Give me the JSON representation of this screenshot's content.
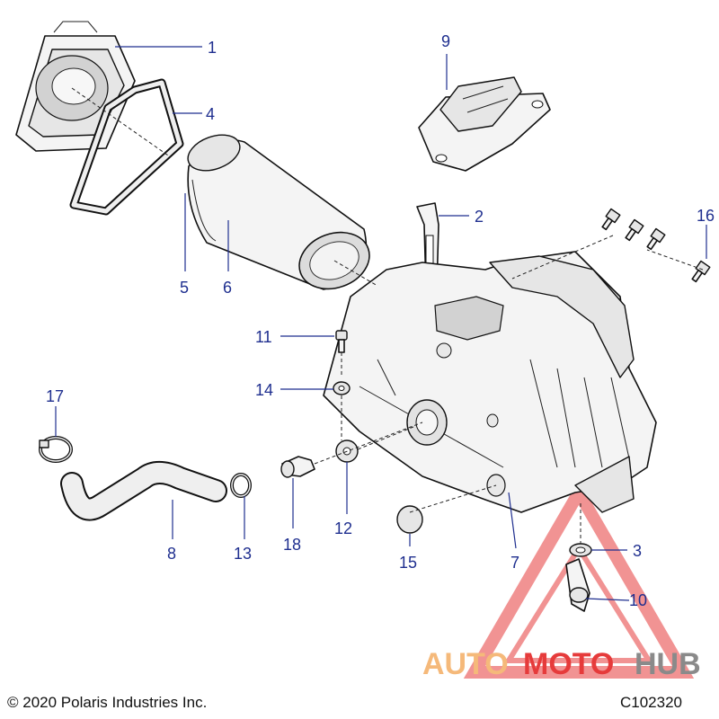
{
  "callouts": [
    "1",
    "2",
    "3",
    "4",
    "5",
    "6",
    "7",
    "8",
    "9",
    "10",
    "11",
    "12",
    "13",
    "14",
    "15",
    "16",
    "17",
    "18"
  ],
  "footer": {
    "copyright": "© 2020 Polaris Industries Inc.",
    "code": "C102320"
  },
  "watermark": {
    "part1": "AUTO",
    "part2": "MOTO",
    "part3": "HUB",
    "color_auto": "#f5b97a",
    "color_moto": "#e63b3b",
    "color_hub": "#8a8a8a"
  },
  "colors": {
    "callout": "#1f2f8f"
  }
}
